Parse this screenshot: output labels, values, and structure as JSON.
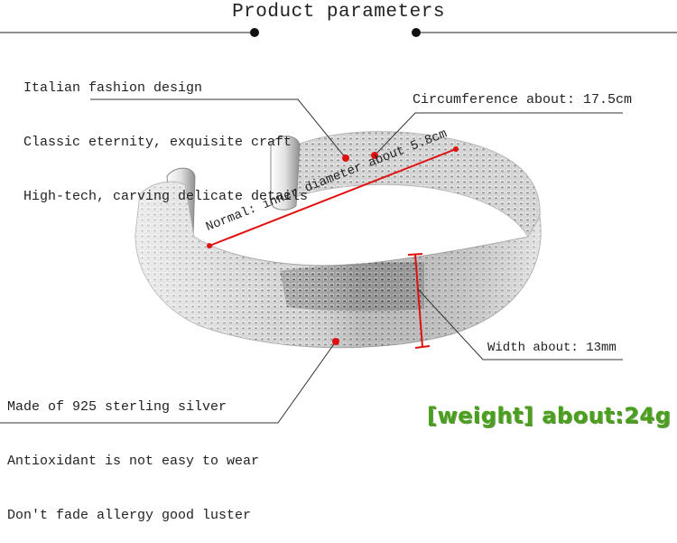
{
  "title": "Product parameters",
  "intro_lines": [
    "Italian fashion design",
    "Classic eternity, exquisite craft",
    "High-tech, carving delicate details"
  ],
  "circumference": "Circumference about: 17.5cm",
  "inner_diameter": "Normal: inner diameter about 5.8cm",
  "width": "Width about: 13mm",
  "material_lines": [
    "Made of 925 sterling silver",
    "Antioxidant is not easy to wear",
    "Don't fade allergy good luster"
  ],
  "weight": "[weight] about:24g",
  "colors": {
    "marker_red": "#e01010",
    "weight_green": "#4a9e1e",
    "silver": "#c9c9c9"
  }
}
